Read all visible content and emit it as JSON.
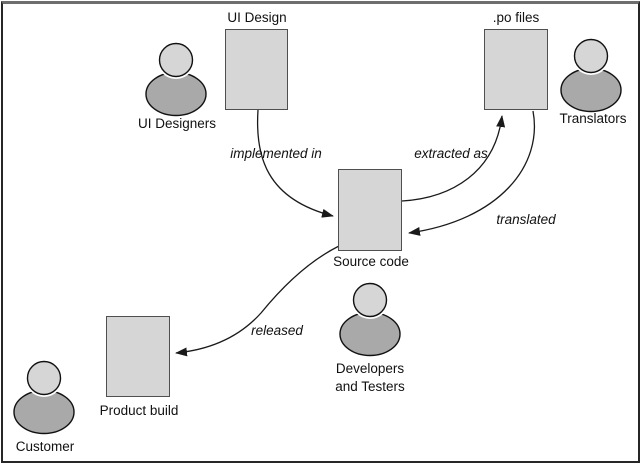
{
  "diagram": {
    "title_hint": "localization workflow",
    "nodes": [
      {
        "id": "ui-design",
        "label": "UI Design"
      },
      {
        "id": "po-files",
        "label": ".po files"
      },
      {
        "id": "source-code",
        "label": "Source code"
      },
      {
        "id": "product-build",
        "label": "Product build"
      }
    ],
    "actors": [
      {
        "id": "ui-designers",
        "label": "UI Designers"
      },
      {
        "id": "translators",
        "label": "Translators"
      },
      {
        "id": "developers-testers",
        "label_line1": "Developers",
        "label_line2": "and Testers"
      },
      {
        "id": "customer",
        "label": "Customer"
      }
    ],
    "edges": [
      {
        "id": "implemented-in",
        "label": "implemented in",
        "from": "UI Design",
        "to": "Source code"
      },
      {
        "id": "extracted-as",
        "label": "extracted as",
        "from": "Source code",
        "to": ".po files"
      },
      {
        "id": "translated",
        "label": "translated",
        "from": ".po files",
        "to": "Source code"
      },
      {
        "id": "released",
        "label": "released",
        "from": "Source code",
        "to": "Product build"
      }
    ],
    "colors": {
      "background": "#ffffff",
      "node_fill": "#d6d6d6",
      "node_border": "#4f4f4f",
      "person_head": "#d6d6d6",
      "person_body": "#a9a9a9",
      "line": "#1a1a1a",
      "text": "#111111",
      "frame_border": "#262626",
      "frame_top": "#6e6e6e"
    }
  }
}
